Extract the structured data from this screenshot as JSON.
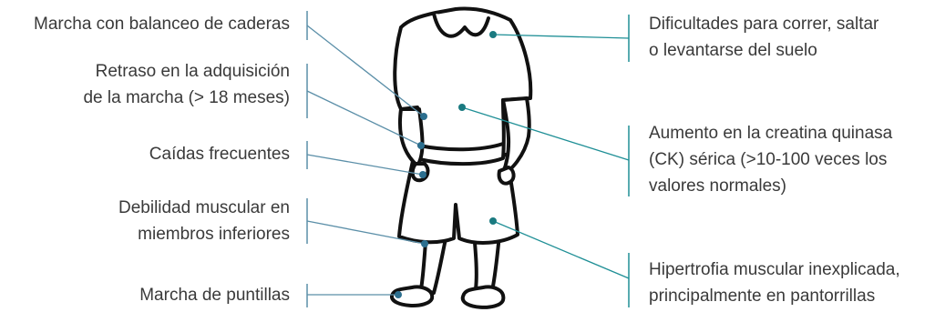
{
  "labels": {
    "left": [
      {
        "id": "gait-hips",
        "lines": [
          "Marcha con balanceo de caderas"
        ]
      },
      {
        "id": "late-walking",
        "lines": [
          "Retraso en la adquisición",
          "de la marcha (> 18 meses)"
        ]
      },
      {
        "id": "falls",
        "lines": [
          "Caídas frecuentes"
        ]
      },
      {
        "id": "leg-weakness",
        "lines": [
          "Debilidad muscular en",
          "miembros inferiores"
        ]
      },
      {
        "id": "toe-walking",
        "lines": [
          "Marcha de puntillas"
        ]
      }
    ],
    "right": [
      {
        "id": "run-jump",
        "lines": [
          "Dificultades para correr, saltar",
          "o levantarse del suelo"
        ]
      },
      {
        "id": "ck",
        "lines": [
          "Aumento en la creatina quinasa",
          "(CK) sérica (>10-100 veces los",
          "valores normales)"
        ]
      },
      {
        "id": "calf",
        "lines": [
          "Hipertrofia muscular inexplicada,",
          "principalmente en pantorrillas"
        ]
      }
    ]
  },
  "colors": {
    "text": "#3a3a3a",
    "leader_left": "#5b8fa8",
    "leader_right": "#1f8f96",
    "outline": "#111111"
  }
}
